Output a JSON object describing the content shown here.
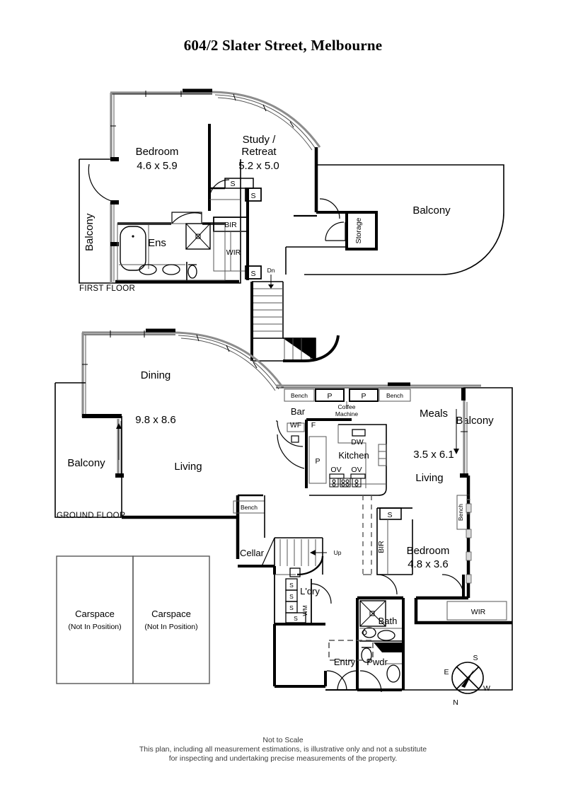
{
  "document": {
    "title": "604/2 Slater Street, Melbourne",
    "floor_tags": {
      "first": "FIRST FLOOR",
      "ground": "GROUND FLOOR"
    },
    "footer": {
      "line1": "Not to Scale",
      "line2": "This plan, including all measurement estimations, is illustrative only and not a substitute",
      "line3": "for inspecting and undertaking precise measurements of the property."
    }
  },
  "compass": {
    "north": "N",
    "south": "S",
    "east": "E",
    "west": "W"
  },
  "first_floor": {
    "rooms": [
      {
        "name": "Bedroom",
        "dimensions": "4.6 x 5.9"
      },
      {
        "name": "Study /",
        "name2": "Retreat",
        "dimensions": "5.2 x 5.0"
      },
      {
        "name": "Balcony"
      },
      {
        "name": "Balcony"
      },
      {
        "name": "Ens"
      },
      {
        "name": "WIR"
      },
      {
        "name": "Storage"
      }
    ],
    "bedroom_label": "Bedroom",
    "bedroom_dim": "4.6 x 5.9",
    "study_label_1": "Study /",
    "study_label_2": "Retreat",
    "study_dim": "5.2 x 5.0",
    "balcony_left": "Balcony",
    "balcony_right": "Balcony",
    "ens": "Ens",
    "wir": "WIR",
    "bir": "BIR",
    "storage": "Storage",
    "stair_label": "Dn",
    "cupboards": [
      "S",
      "S",
      "S"
    ]
  },
  "ground_floor": {
    "dining": "Dining",
    "dining_dim": "9.8 x 8.6",
    "living_main": "Living",
    "balcony_left": "Balcony",
    "balcony_right": "Balcony",
    "bar": "Bar",
    "wf": "WF",
    "fridge": "F",
    "pantry_1": "P",
    "pantry_2": "P",
    "pantry_3": "P",
    "bench_1": "Bench",
    "bench_2": "Bench",
    "bench_3": "Bench",
    "bench_4": "Bench",
    "coffee_machine_1": "Coffee",
    "coffee_machine_2": "Machine",
    "dishwasher": "DW",
    "kitchen": "Kitchen",
    "oven_1": "OV",
    "oven_2": "OV",
    "meals": "Meals",
    "meals_dim": "3.5 x 6.1",
    "living_2": "Living",
    "bedroom": "Bedroom",
    "bedroom_dim": "4.8 x 3.6",
    "bir": "BIR",
    "wir": "WIR",
    "cellar": "Cellar",
    "stair_label": "Up",
    "laundry": "L'dry",
    "washing_machine": "WM",
    "bath": "Bath",
    "powder": "Pwdr",
    "entry": "Entry",
    "cupboards": [
      "S",
      "S",
      "S",
      "S",
      "S",
      "S"
    ]
  },
  "carspaces": [
    {
      "label": "Carspace",
      "note": "(Not In Position)"
    },
    {
      "label": "Carspace",
      "note": "(Not In Position)"
    }
  ],
  "colors": {
    "wall": "#000000",
    "thin": "#4d4d4d",
    "glazing": "#8c8c8c",
    "background": "#ffffff"
  }
}
